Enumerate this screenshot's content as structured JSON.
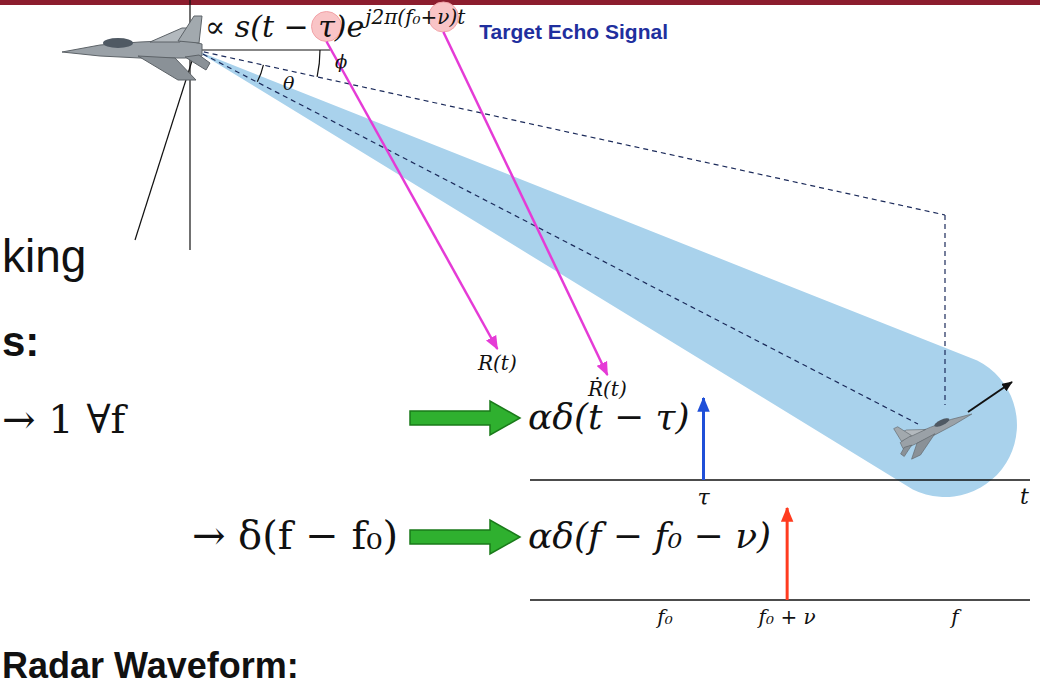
{
  "diagram": {
    "labels": [
      "∝ s(t − τ)e",
      "j2π(f₀+ν)t",
      "Target Echo Signal",
      "ϕ",
      "θ",
      "king",
      "R(t)",
      "Ṙ(t)",
      "s:",
      "→ 1 ∀f",
      "αδ(t − τ)",
      "τ",
      "t",
      "→ δ(f − f₀)",
      "αδ(f − f₀ − ν)",
      "f₀",
      "f₀ + ν",
      "f",
      "Radar Waveform:"
    ]
  }
}
